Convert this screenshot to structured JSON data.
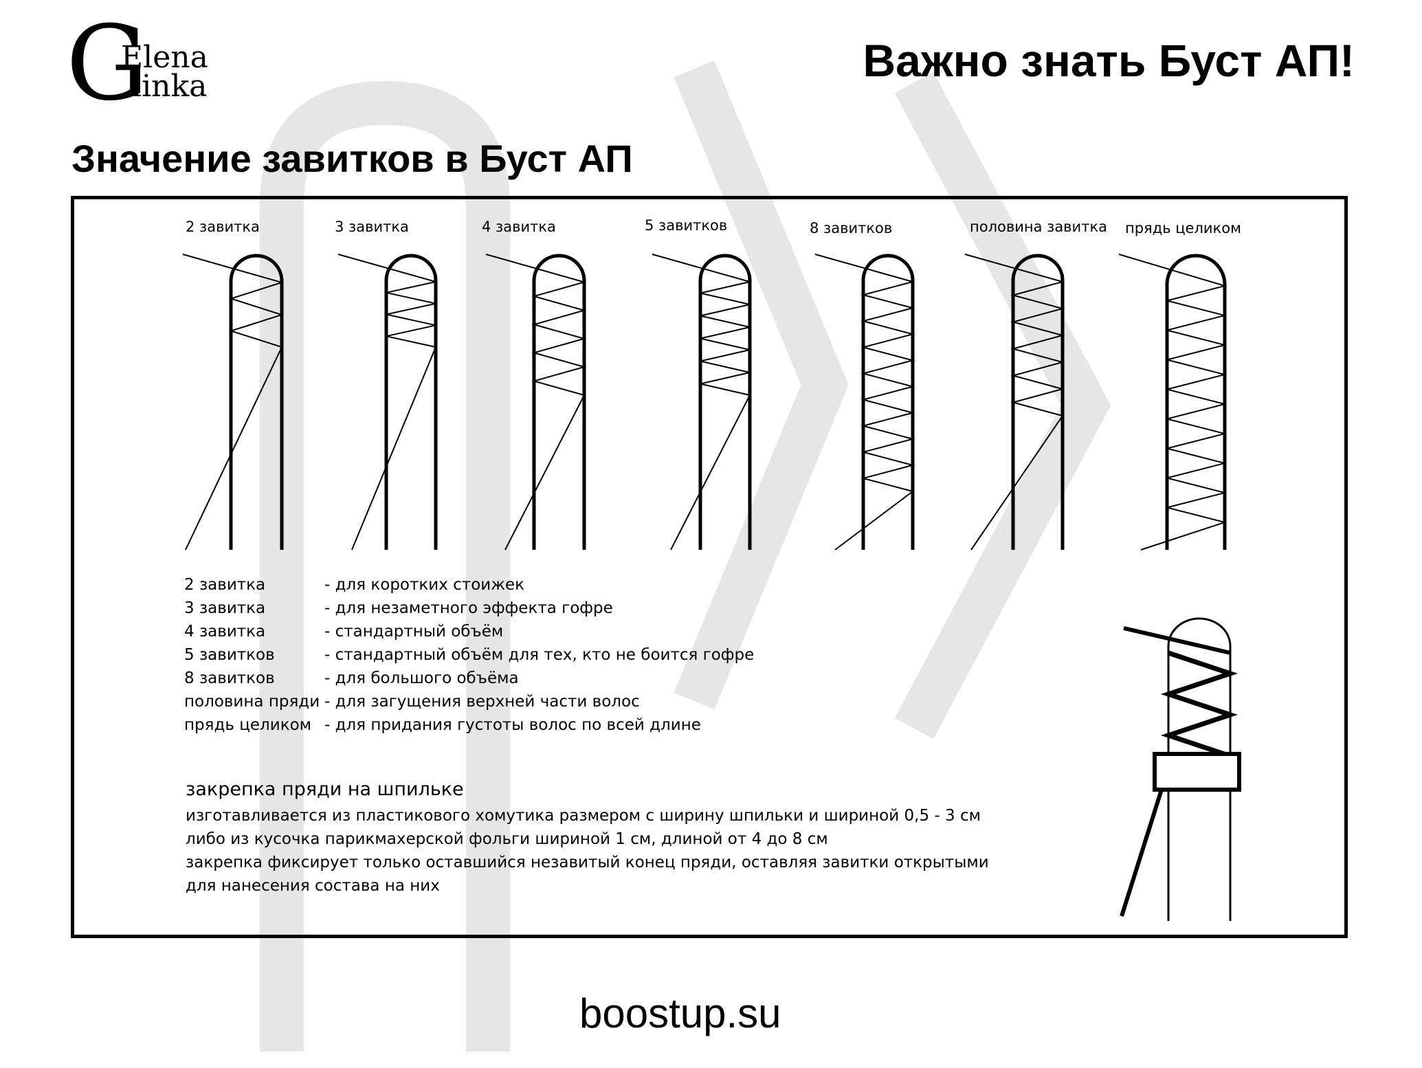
{
  "logo": {
    "initials": "G",
    "first_name": "Elena",
    "last_name": "linka"
  },
  "header": {
    "title": "Важно знать Буст АП!"
  },
  "subtitle": "Значение завитков в Буст АП",
  "diagrams": {
    "labels": [
      "2 завитка",
      "3 завитка",
      "4 завитка",
      "5 завитков",
      "8 завитков",
      "половина завитка",
      "прядь целиком"
    ]
  },
  "legend": [
    {
      "name": "2 завитка",
      "desc": "- для коротких стоижек"
    },
    {
      "name": "3 завитка",
      "desc": "- для незаметного эффекта гофре"
    },
    {
      "name": "4 завитка",
      "desc": "- стандартный объём"
    },
    {
      "name": "5 завитков",
      "desc": "- стандартный объём для тех, кто не боится гофре"
    },
    {
      "name": "8 завитков",
      "desc": "- для большого объёма"
    },
    {
      "name": "половина пряди",
      "desc": "- для загущения верхней части волос"
    },
    {
      "name": "прядь целиком",
      "desc": "- для придания густоты волос по всей длине"
    }
  ],
  "clip": {
    "title": "закрепка пряди на шпильке",
    "lines": [
      "изготавливается из пластикового хомутика размером с ширину шпильки и шириной 0,5 - 3 см",
      "либо из кусочка парикмахерской фольги шириной 1 см, длиной от 4 до 8 см",
      "закрепка фиксирует только оставшийся незавитый конец пряди, оставляя завитки открытыми",
      "для нанесения состава на них"
    ]
  },
  "footer": {
    "site": "boostup.su"
  },
  "colors": {
    "ink": "#000000",
    "watermark": "#e3e3e3",
    "background": "#ffffff"
  }
}
